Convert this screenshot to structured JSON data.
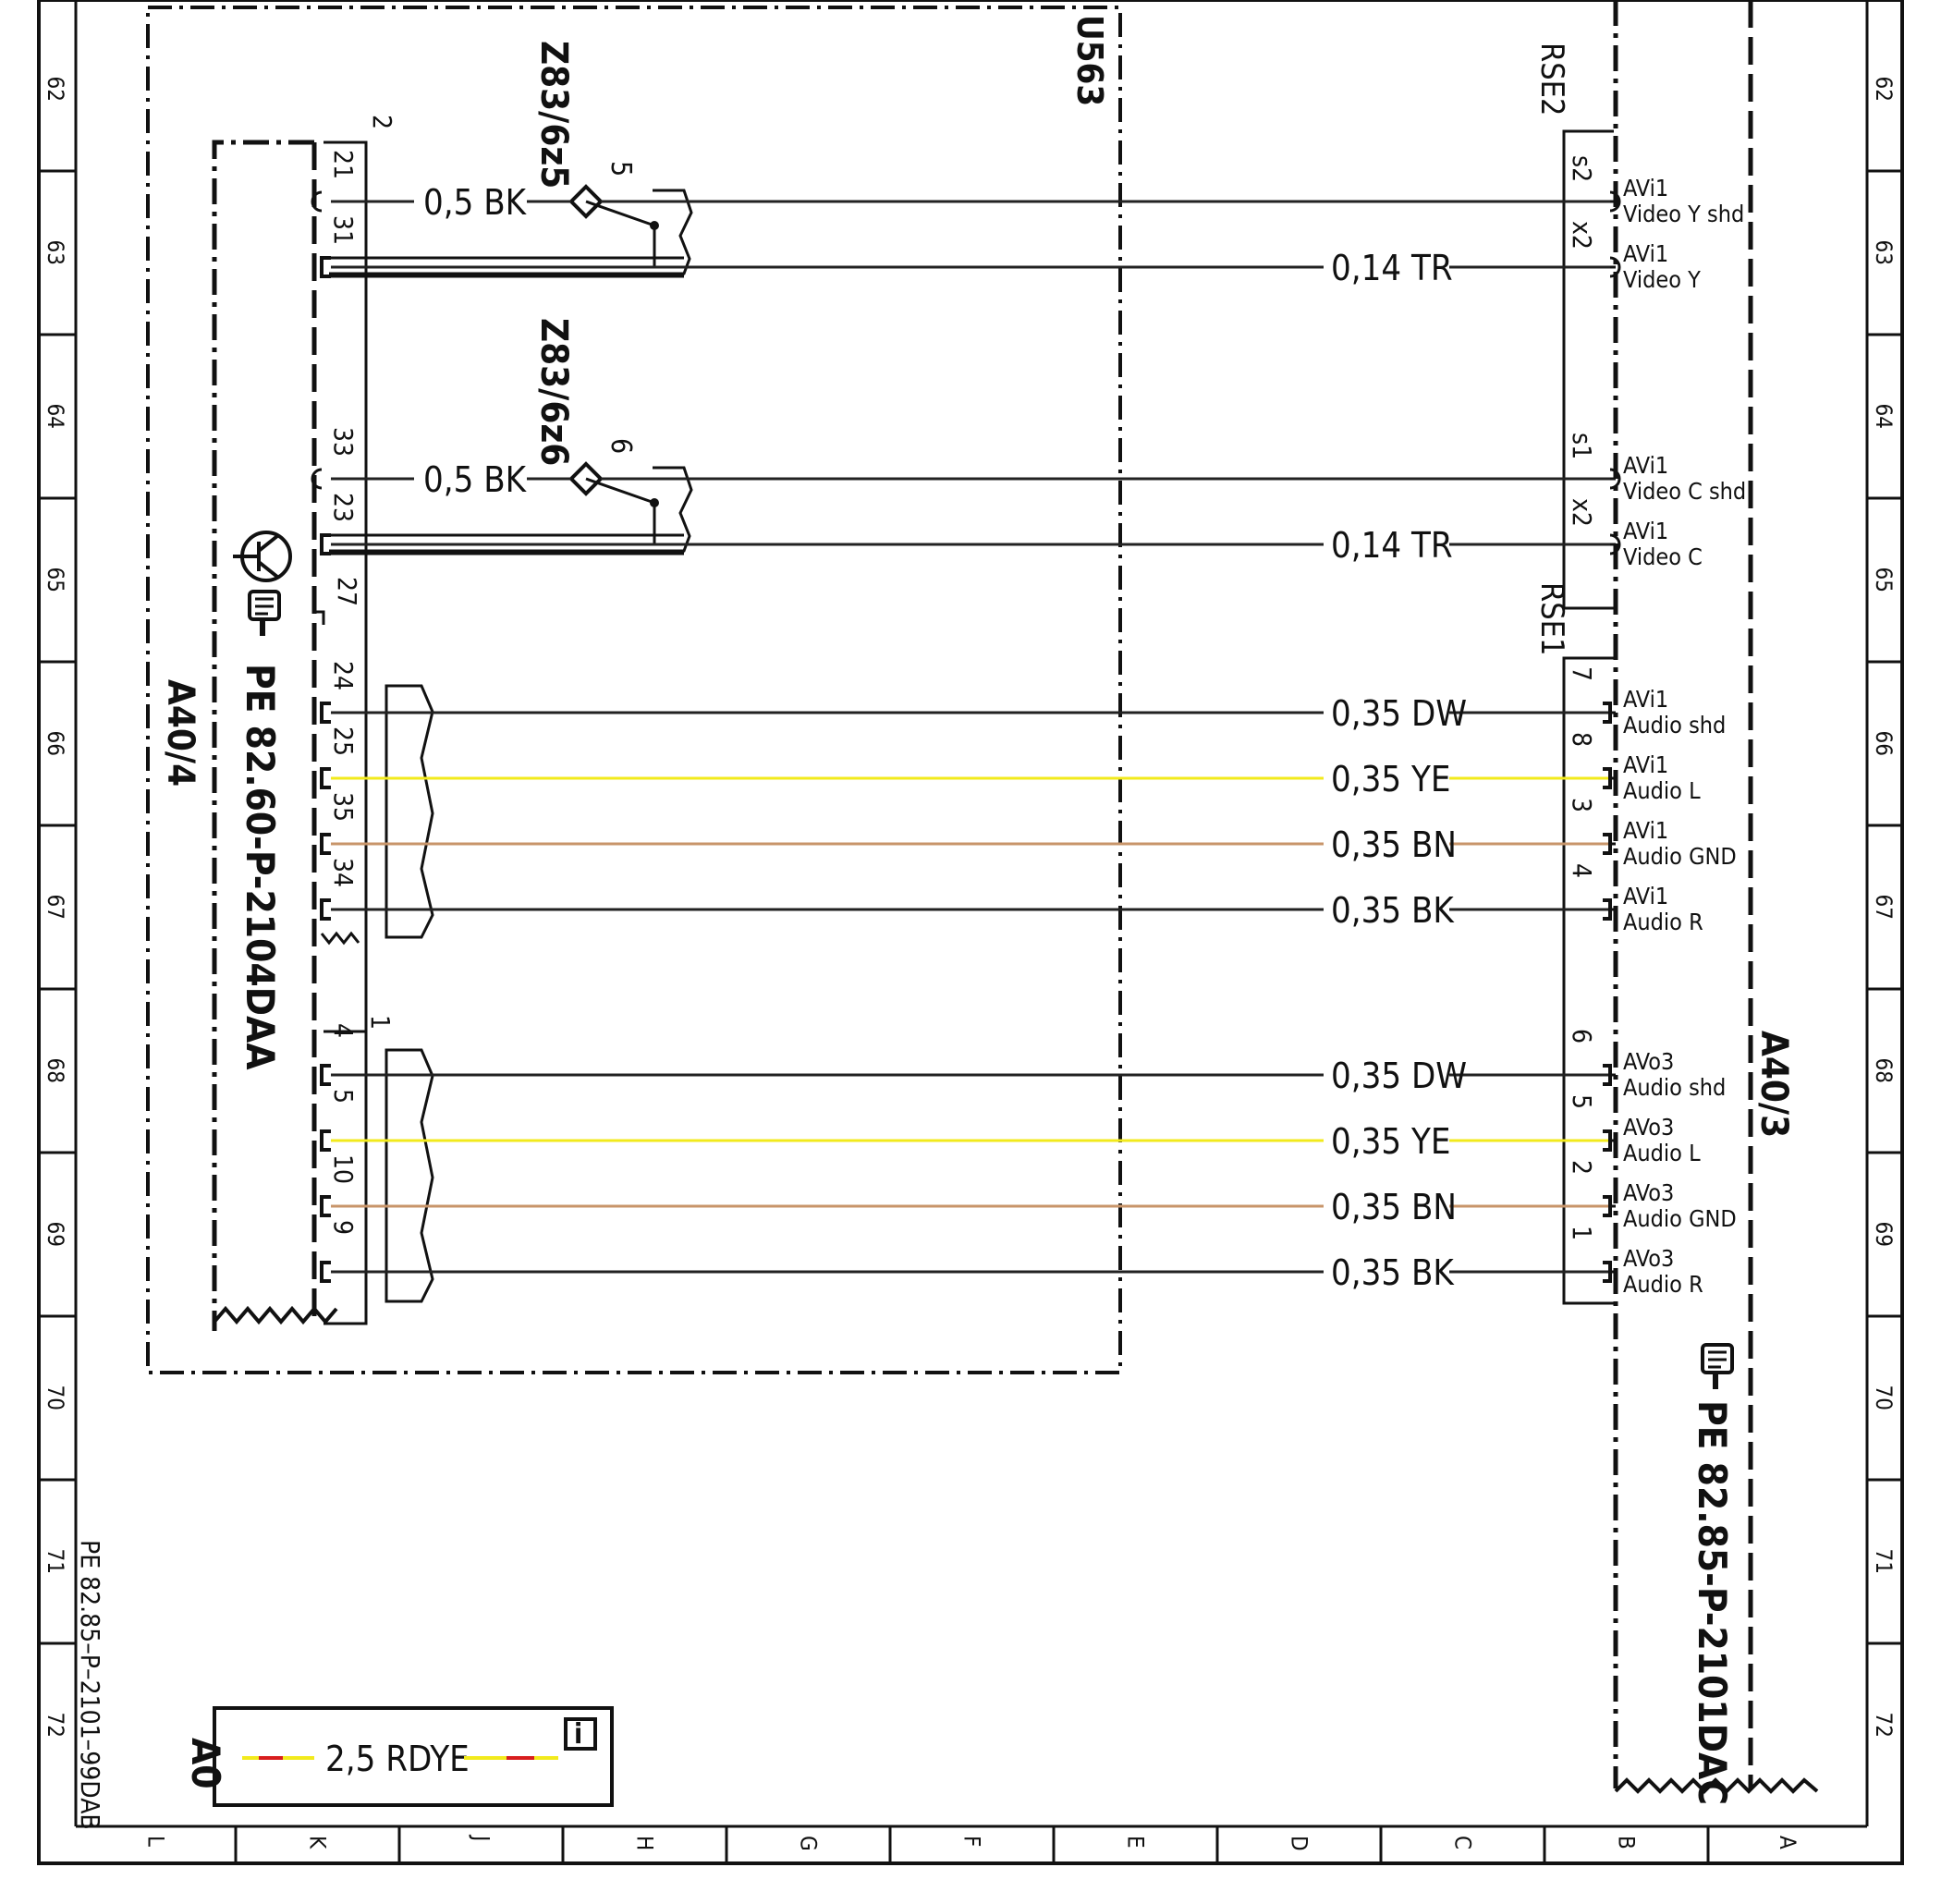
{
  "frame": {
    "row_numbers": [
      "62",
      "63",
      "64",
      "65",
      "66",
      "67",
      "68",
      "69",
      "70",
      "71",
      "72"
    ],
    "column_letters": [
      "L",
      "K",
      "J",
      "H",
      "G",
      "F",
      "E",
      "D",
      "C",
      "B",
      "A"
    ]
  },
  "blocks": {
    "u563": "U563",
    "a40_4": "A40/4",
    "a40_4_ref": "PE 82.60-P-2104DAA",
    "a40_3": "A40/3",
    "a40_3_ref": "PE 82.85-P-2101DAC",
    "rse2": "RSE2",
    "rse1": "RSE1",
    "z83_6z5": "Z83/6z5",
    "z83_6z6": "Z83/6z6",
    "z5_pin": "5",
    "z6_pin": "6",
    "connector_top_pin": "2",
    "connector_bottom_pin": "1",
    "pin27": "27"
  },
  "wires": [
    {
      "left_pin": "21",
      "spec": "0,5 BK",
      "right_pin": "s2",
      "sig1": "AVi1",
      "sig2": "Video Y shd",
      "color": "#222222"
    },
    {
      "left_pin": "31",
      "spec": "0,14 TR",
      "right_pin": "x2",
      "sig1": "AVi1",
      "sig2": "Video Y",
      "color": "#222222"
    },
    {
      "left_pin": "33",
      "spec": "0,5 BK",
      "right_pin": "s1",
      "sig1": "AVi1",
      "sig2": "Video C shd",
      "color": "#222222"
    },
    {
      "left_pin": "23",
      "spec": "0,14 TR",
      "right_pin": "x2",
      "sig1": "AVi1",
      "sig2": "Video C",
      "color": "#222222"
    },
    {
      "left_pin": "24",
      "spec": "0,35 DW",
      "right_pin": "7",
      "sig1": "AVi1",
      "sig2": "Audio shd",
      "color": "#222222"
    },
    {
      "left_pin": "25",
      "spec": "0,35 YE",
      "right_pin": "8",
      "sig1": "AVi1",
      "sig2": "Audio L",
      "color": "#f2ea1c"
    },
    {
      "left_pin": "35",
      "spec": "0,35 BN",
      "right_pin": "3",
      "sig1": "AVi1",
      "sig2": "Audio GND",
      "color": "#c8956a"
    },
    {
      "left_pin": "34",
      "spec": "0,35 BK",
      "right_pin": "4",
      "sig1": "AVi1",
      "sig2": "Audio R",
      "color": "#222222"
    },
    {
      "left_pin": "4",
      "spec": "0,35 DW",
      "right_pin": "6",
      "sig1": "AVo3",
      "sig2": "Audio shd",
      "color": "#222222"
    },
    {
      "left_pin": "5",
      "spec": "0,35 YE",
      "right_pin": "5",
      "sig1": "AVo3",
      "sig2": "Audio L",
      "color": "#f2ea1c"
    },
    {
      "left_pin": "10",
      "spec": "0,35 BN",
      "right_pin": "2",
      "sig1": "AVo3",
      "sig2": "Audio GND",
      "color": "#c8956a"
    },
    {
      "left_pin": "9",
      "spec": "0,35 BK",
      "right_pin": "1",
      "sig1": "AVo3",
      "sig2": "Audio R",
      "color": "#222222"
    }
  ],
  "legend": {
    "label": "A0",
    "spec": "2,5 RDYE",
    "info_glyph": "i",
    "color_primary": "#f2ea1c",
    "color_secondary": "#d81e1e"
  },
  "doc_id": "PE 82.85–P–2101–99DAB"
}
